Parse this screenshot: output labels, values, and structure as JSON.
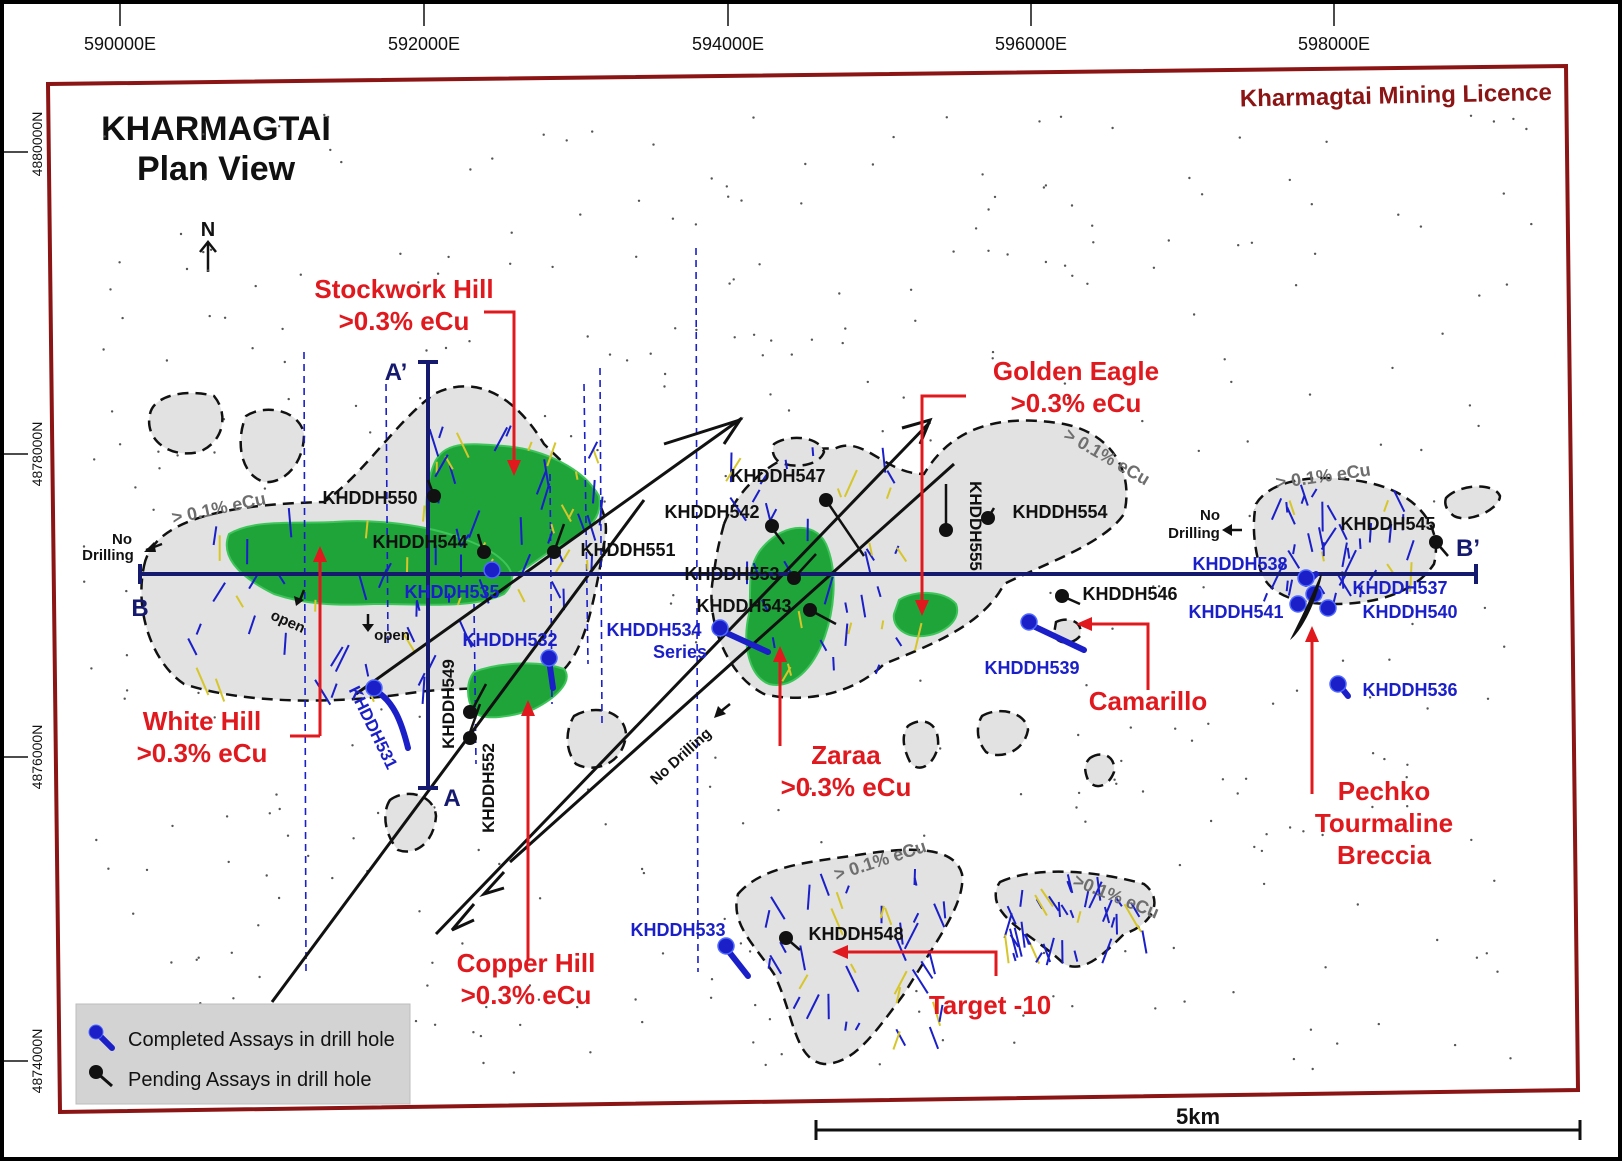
{
  "title": {
    "line1": "KHARMAGTAI",
    "line2": "Plan View"
  },
  "licence_label": "Kharmagtai Mining Licence",
  "north_label": "N",
  "scale_bar_label": "5km",
  "easting_ticks": [
    "590000E",
    "592000E",
    "594000E",
    "596000E",
    "598000E"
  ],
  "northing_ticks": [
    "4880000N",
    "4878000N",
    "4876000N",
    "4874000N"
  ],
  "section_labels": {
    "a": "A",
    "a_prime": "A’",
    "b": "B",
    "b_prime": "B’"
  },
  "anomaly_label": "> 0.1% eCu",
  "anomaly_label_alt": ">0.1% eCu",
  "misc": {
    "no": "No",
    "drilling": "Drilling",
    "no_drilling": "No Drilling",
    "open": "open",
    "series": "Series"
  },
  "targets": {
    "stockwork_hill": [
      "Stockwork Hill",
      ">0.3% eCu"
    ],
    "golden_eagle": [
      "Golden Eagle",
      ">0.3% eCu"
    ],
    "white_hill": [
      "White Hill",
      ">0.3% eCu"
    ],
    "copper_hill": [
      "Copper Hill",
      ">0.3% eCu"
    ],
    "zaraa": [
      "Zaraa",
      ">0.3% eCu"
    ],
    "camarillo": [
      "Camarillo"
    ],
    "pechko": [
      "Pechko",
      "Tourmaline",
      "Breccia"
    ],
    "target10": [
      "Target -10"
    ]
  },
  "completed_holes": [
    "KHDDH531",
    "KHDDH532",
    "KHDDH533",
    "KHDDH534",
    "KHDDH535",
    "KHDDH536",
    "KHDDH537",
    "KHDDH538",
    "KHDDH539",
    "KHDDH540",
    "KHDDH541"
  ],
  "pending_holes": [
    "KHDDH542",
    "KHDDH543",
    "KHDDH544",
    "KHDDH545",
    "KHDDH546",
    "KHDDH547",
    "KHDDH548",
    "KHDDH549",
    "KHDDH550",
    "KHDDH551",
    "KHDDH552",
    "KHDDH553",
    "KHDDH554",
    "KHDDH555"
  ],
  "legend": {
    "completed": "Completed Assays in drill hole",
    "pending": "Pending Assays in drill hole"
  },
  "colors": {
    "frame": "#8b1414",
    "section_line": "#151a6e",
    "completed": "#1a1fc8",
    "pending": "#111111",
    "target_red": "#e0191e",
    "anomaly_fill": "#e0e0e0",
    "high_grade_fill": "#1fa43a"
  }
}
